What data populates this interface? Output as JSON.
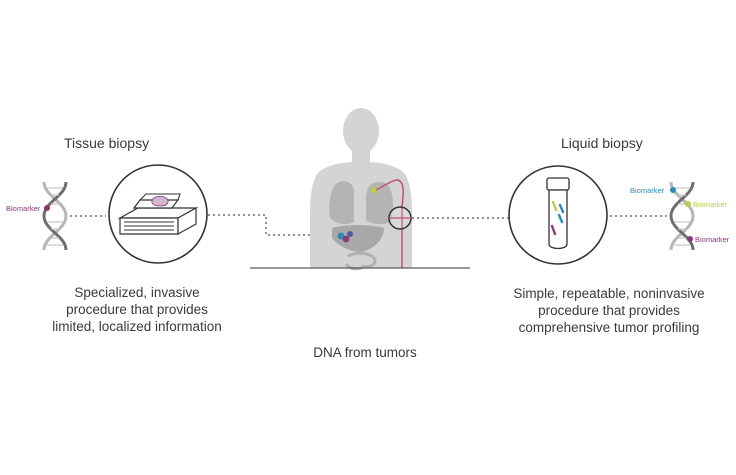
{
  "tissue": {
    "title": "Tissue biopsy",
    "biomarker_label": "Biomarker",
    "description_lines": [
      "Specialized, invasive",
      "procedure that provides",
      "limited, localized information"
    ]
  },
  "liquid": {
    "title": "Liquid biopsy",
    "biomarker_labels": [
      "Biomarker",
      "Biomarker",
      "Biomarker"
    ],
    "description_lines": [
      "Simple, repeatable, noninvasive",
      "procedure that provides",
      "comprehensive tumor profiling"
    ]
  },
  "center": {
    "caption": "DNA from tumors"
  },
  "colors": {
    "biomarker_purple": "#8a3a7a",
    "biomarker_blue": "#2a8ab8",
    "biomarker_green": "#b8cf4a",
    "body_gray": "#d4d4d4",
    "organ_gray": "#b8b8b8",
    "catheter_pink": "#c0507f",
    "outline": "#333333"
  },
  "icons": [
    "dna-helix-icon",
    "tissue-cassette-icon",
    "human-body-icon",
    "test-tube-icon"
  ]
}
